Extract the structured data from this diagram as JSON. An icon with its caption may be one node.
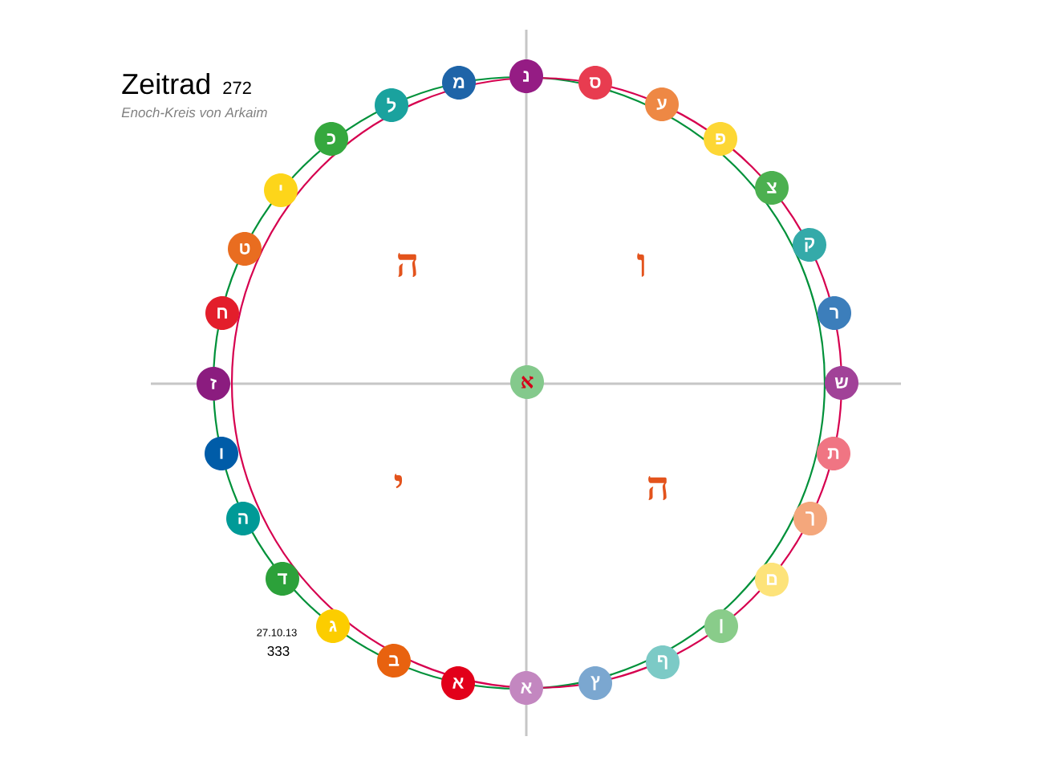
{
  "diagram": {
    "title": "Zeitrad",
    "nodes": [
      {
        "text": [
          "א"
        ]
      },
      {
        "text": [
          "ב"
        ]
      },
      {
        "text": [
          "ג"
        ]
      },
      {
        "text": [
          "ד"
        ]
      },
      {
        "text": [
          "ה"
        ]
      },
      {
        "text": [
          "ו"
        ]
      },
      {
        "text": [
          "ז"
        ]
      },
      {
        "text": [
          "ח"
        ]
      },
      {
        "text": [
          "ט"
        ]
      },
      {
        "text": [
          "י"
        ]
      },
      {
        "text": [
          "כ"
        ]
      },
      {
        "text": [
          "ל"
        ]
      },
      {
        "text": [
          "מ"
        ]
      },
      {
        "text": [
          "נ"
        ]
      },
      {
        "text": [
          "ס"
        ]
      },
      {
        "text": [
          "ע"
        ]
      },
      {
        "text": [
          "פ"
        ]
      },
      {
        "text": [
          "צ"
        ]
      },
      {
        "text": [
          "ק"
        ]
      },
      {
        "text": [
          "ר"
        ]
      },
      {
        "text": [
          "ש"
        ]
      },
      {
        "text": [
          "ת"
        ]
      },
      {
        "text": [
          "ך"
        ]
      },
      {
        "text": [
          "ם"
        ]
      },
      {
        "text": [
          "ן"
        ]
      },
      {
        "text": [
          "ף"
        ]
      },
      {
        "text": [
          "ץ"
        ]
      },
      {
        "text": [
          "א"
        ]
      },
      {
        "text": [
          "א"
        ]
      }
    ],
    "edges": [],
    "labels": [
      "272",
      "Enoch-Kreis von Arkaim",
      "ה",
      "ו",
      "י",
      "ה",
      "27.10.13",
      "333"
    ]
  }
}
